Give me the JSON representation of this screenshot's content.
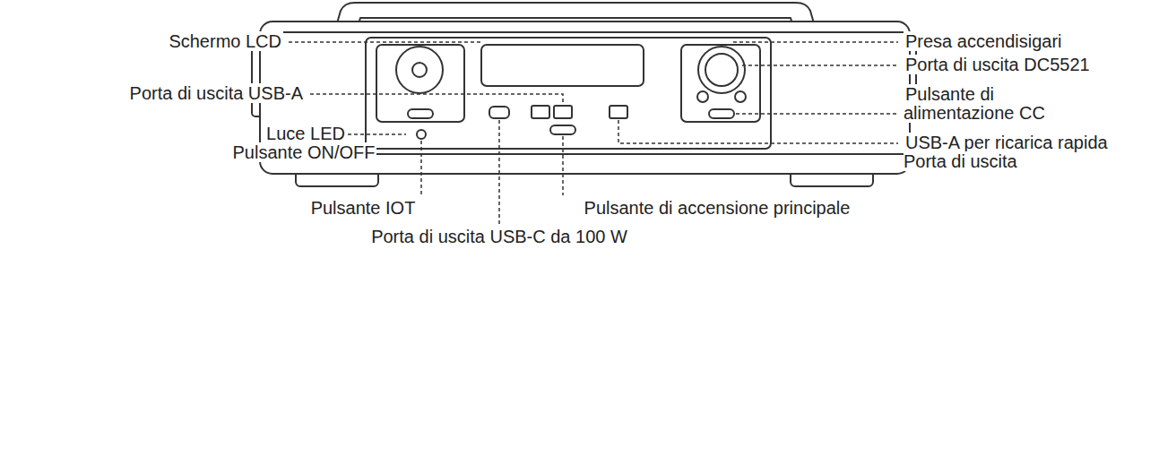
{
  "diagram": {
    "labels": [
      "Schermo LCD",
      "Porta di uscita USB-A",
      "Luce LED Pulsante ON/OFF",
      "Presa accendisigari",
      "Porta di uscita DC5521",
      "Pulsante di alimentazione CC",
      "USB-A per ricarica rapida Porta di uscita",
      "Pulsante IOT",
      "Pulsante di accensione principale",
      "Porta di uscita USB-C da 100 W"
    ]
  }
}
